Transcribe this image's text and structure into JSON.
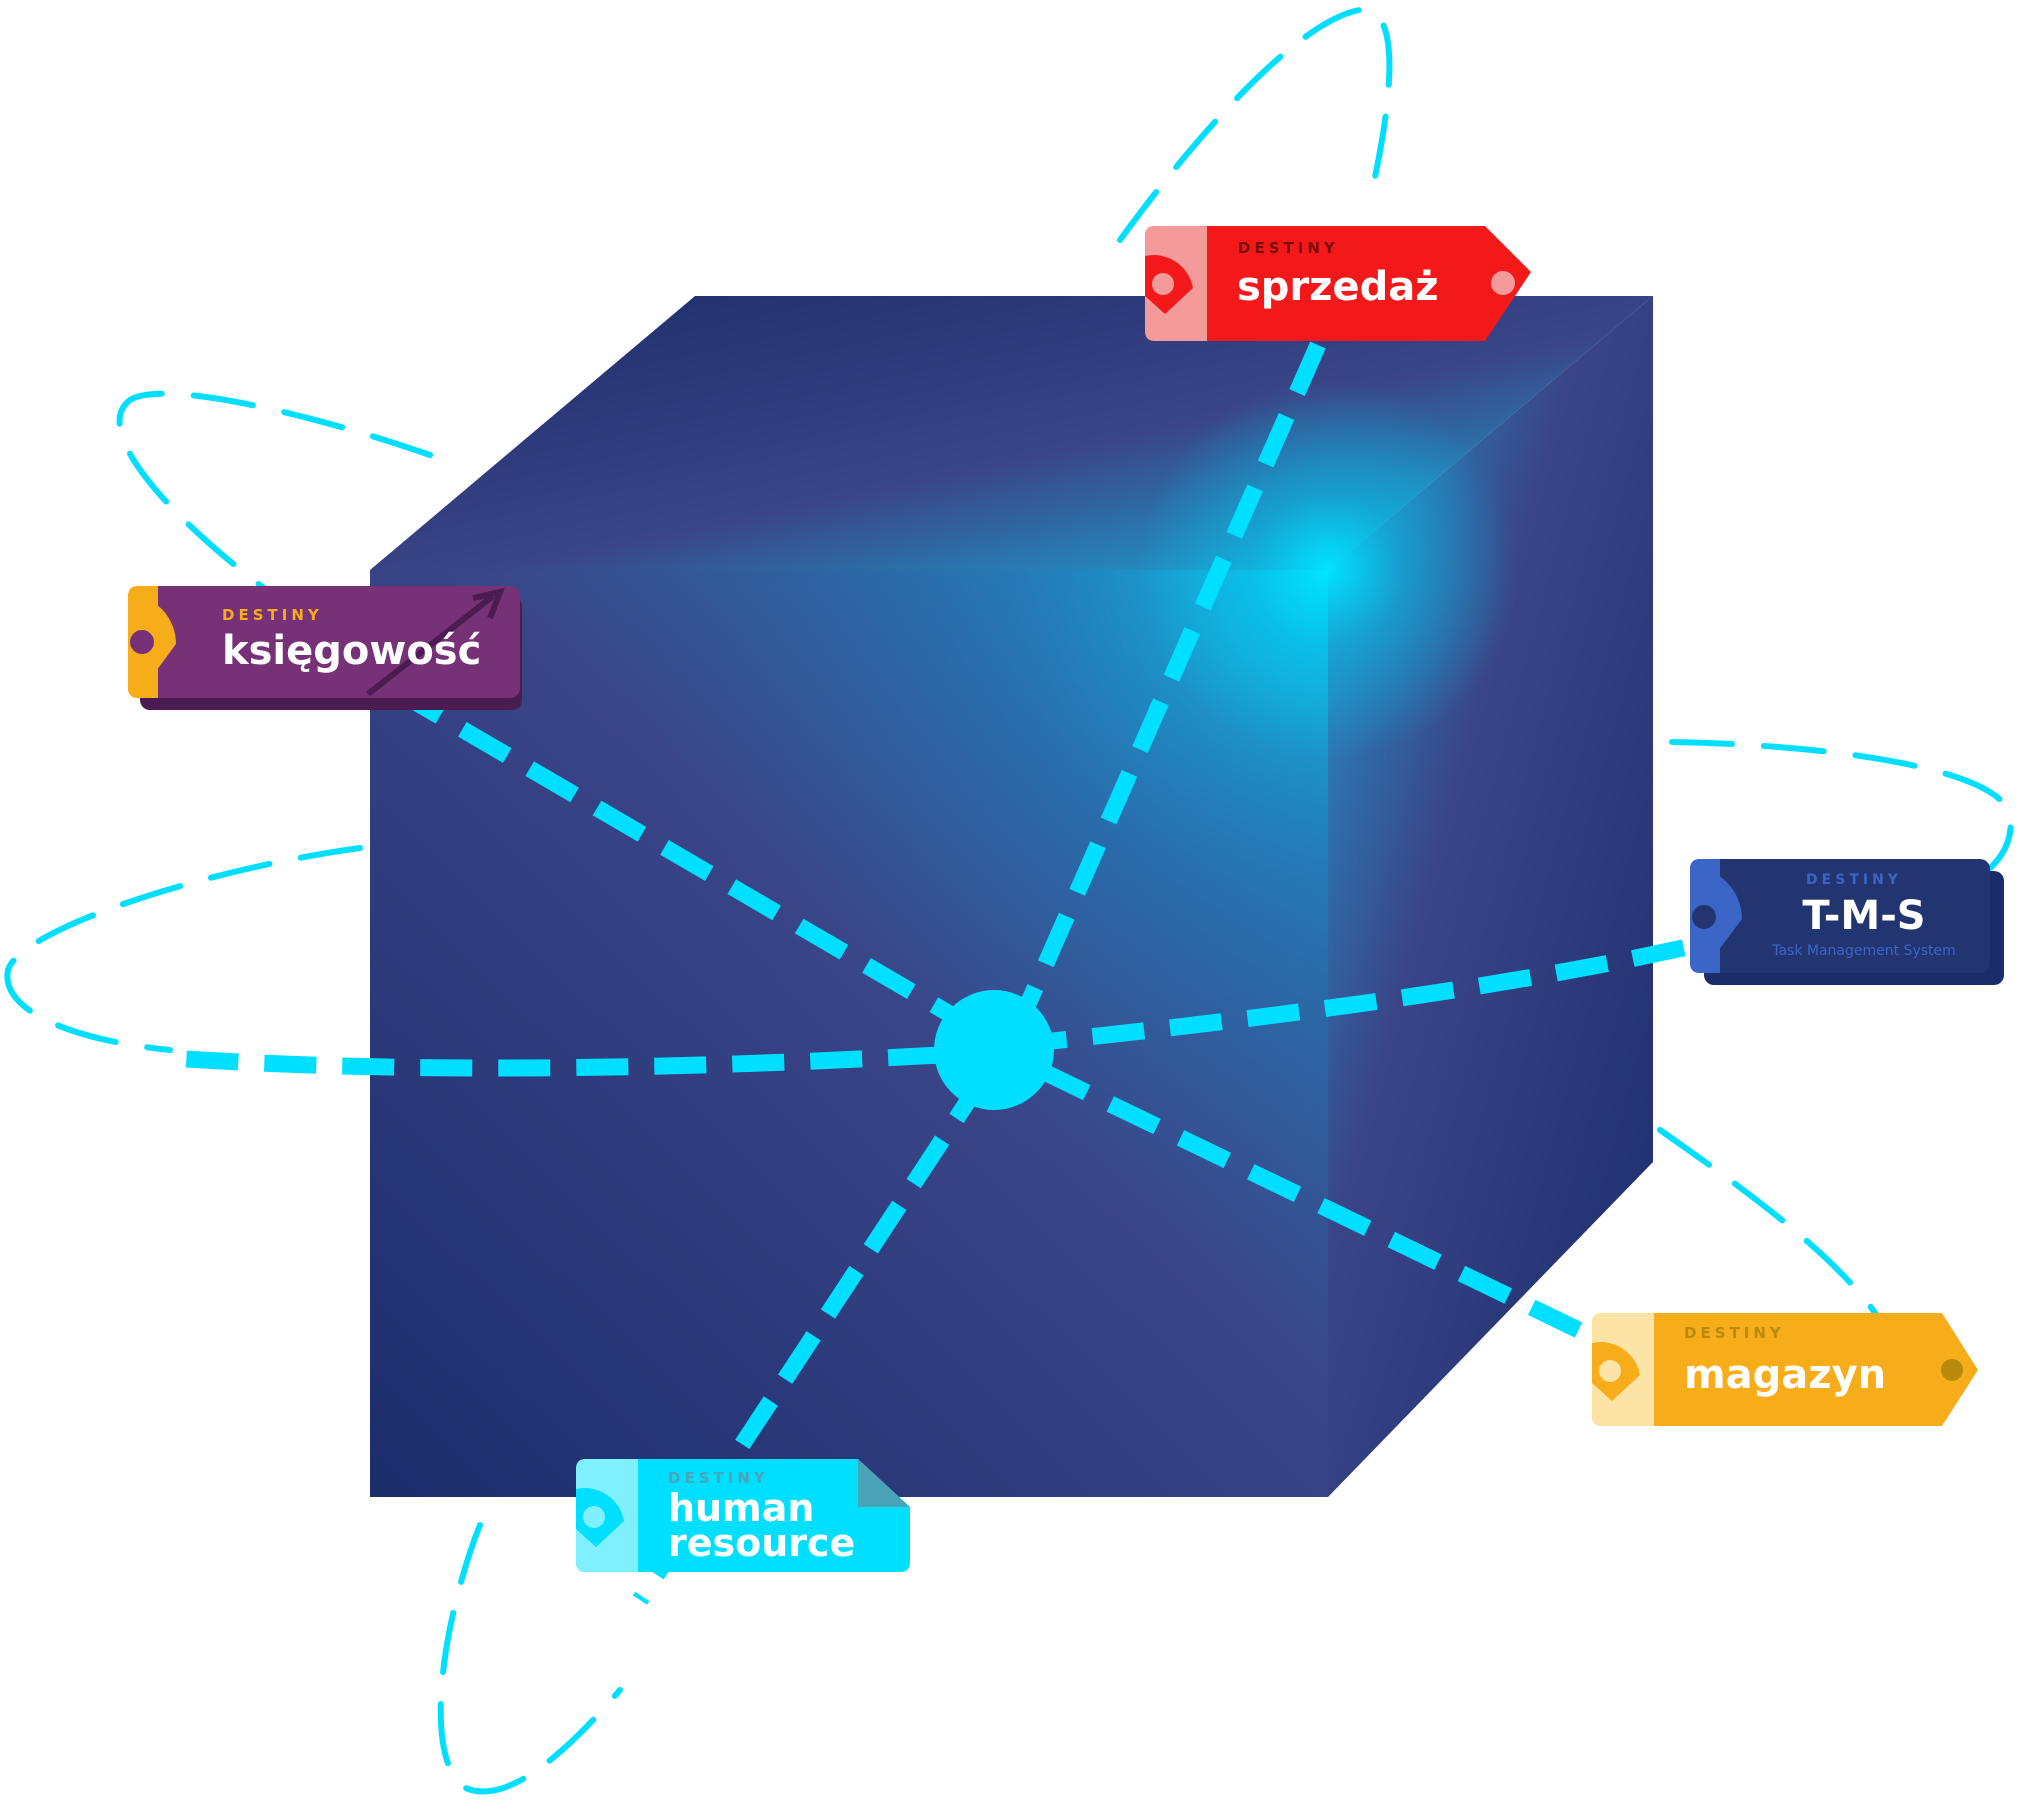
{
  "modules": [
    {
      "id": "sprzedaz",
      "brand": "DESTINY",
      "title": "sprzedaż",
      "color": "#f3191b"
    },
    {
      "id": "ksiegowosc",
      "brand": "DESTINY",
      "title": "księgowość",
      "color": "#773177"
    },
    {
      "id": "tms",
      "brand": "DESTINY",
      "title": "T-M-S",
      "subtitle": "Task Management System",
      "color": "#223571"
    },
    {
      "id": "magazyn",
      "brand": "DESTINY",
      "title": "magazyn",
      "color": "#f7ad19"
    },
    {
      "id": "hr",
      "brand": "DESTINY",
      "title_line1": "human",
      "title_line2": "resource",
      "color": "#00dfff"
    }
  ],
  "colors": {
    "cube_dark": "#1b2c6b",
    "cube_mid": "#3a4587",
    "orbit": "#00dfff"
  }
}
